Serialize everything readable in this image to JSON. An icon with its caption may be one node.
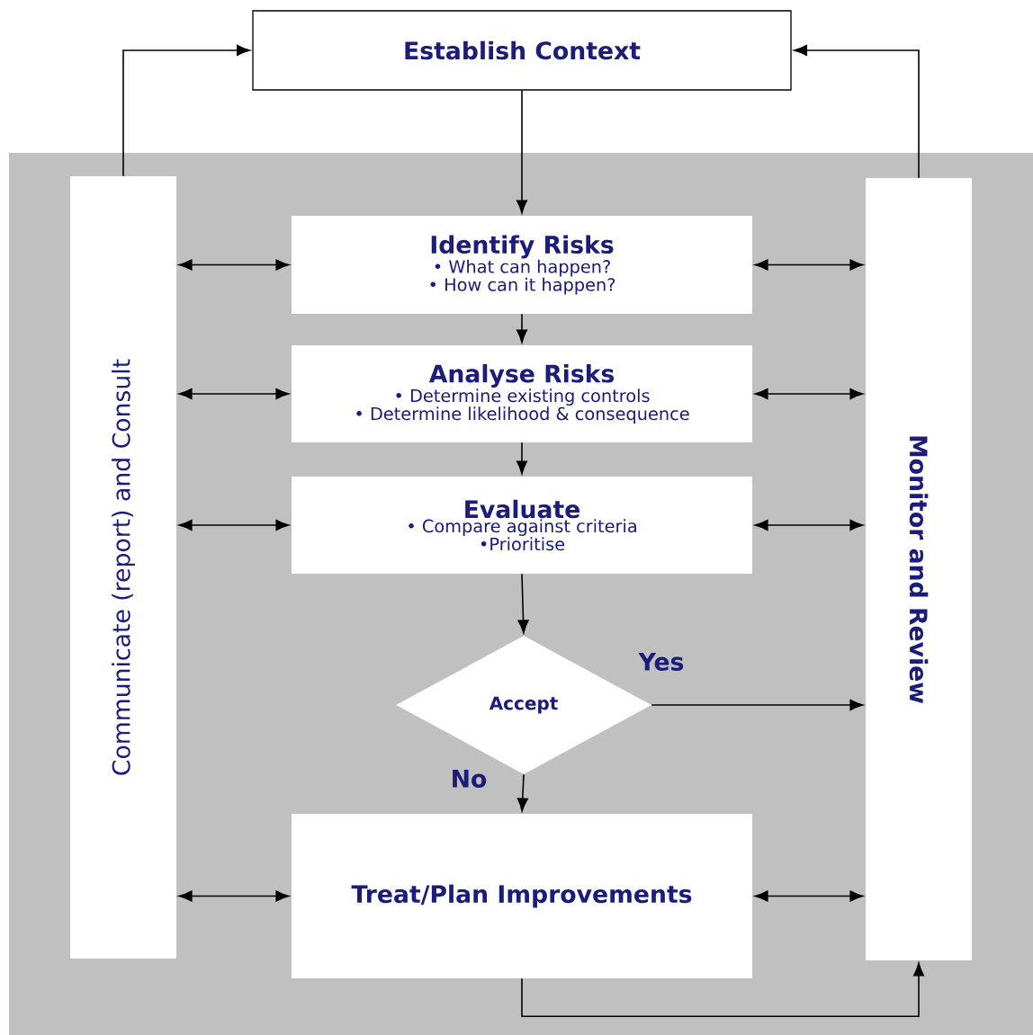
{
  "diagram": {
    "nodes": [
      {
        "text": [
          "Establish Context"
        ]
      },
      {
        "text": [
          "Communicate (report) and Consult"
        ]
      },
      {
        "text": [
          "Identify Risks",
          "• What can happen?",
          "• How can it happen?"
        ]
      },
      {
        "text": [
          "Analyse Risks",
          "• Determine existing controls",
          "• Determine likelihood & consequence"
        ]
      },
      {
        "text": [
          "Evaluate",
          "• Compare against criteria",
          "•Prioritise"
        ]
      },
      {
        "text": [
          "Accept"
        ]
      },
      {
        "text": [
          "Treat/Plan Improvements"
        ]
      },
      {
        "text": [
          "Monitor and Review"
        ]
      }
    ],
    "edges": [
      {
        "from": 1,
        "to": 0,
        "arrow": "to"
      },
      {
        "from": 7,
        "to": 0,
        "arrow": "to"
      },
      {
        "from": 0,
        "to": 2,
        "arrow": "to"
      },
      {
        "from": 1,
        "to": 2,
        "arrow": "both"
      },
      {
        "from": 2,
        "to": 7,
        "arrow": "both"
      },
      {
        "from": 2,
        "to": 3,
        "arrow": "to"
      },
      {
        "from": 1,
        "to": 3,
        "arrow": "both"
      },
      {
        "from": 3,
        "to": 7,
        "arrow": "both"
      },
      {
        "from": 3,
        "to": 4,
        "arrow": "to"
      },
      {
        "from": 1,
        "to": 4,
        "arrow": "both"
      },
      {
        "from": 4,
        "to": 7,
        "arrow": "both"
      },
      {
        "from": 4,
        "to": 5,
        "arrow": "to"
      },
      {
        "from": 5,
        "to": 7,
        "arrow": "to",
        "label": "Yes"
      },
      {
        "from": 5,
        "to": 6,
        "arrow": "to",
        "label": "No"
      },
      {
        "from": 1,
        "to": 6,
        "arrow": "both"
      },
      {
        "from": 6,
        "to": 7,
        "arrow": "both"
      },
      {
        "from": 6,
        "to": 7,
        "arrow": "to"
      }
    ]
  }
}
